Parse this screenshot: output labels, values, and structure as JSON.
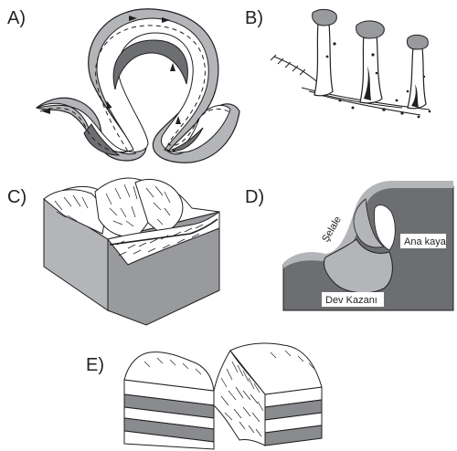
{
  "panels": {
    "a": {
      "label": "A)"
    },
    "b": {
      "label": "B)"
    },
    "c": {
      "label": "C)"
    },
    "d": {
      "label": "D)",
      "waterfall": "Şelale",
      "bedrock": "Ana kaya",
      "pothole": "Dev Kazanı"
    },
    "e": {
      "label": "E)"
    }
  },
  "colors": {
    "dark": "#6d6e71",
    "light": "#b4b5b8",
    "mid": "#999a9d",
    "line": "#1f1f1f"
  }
}
